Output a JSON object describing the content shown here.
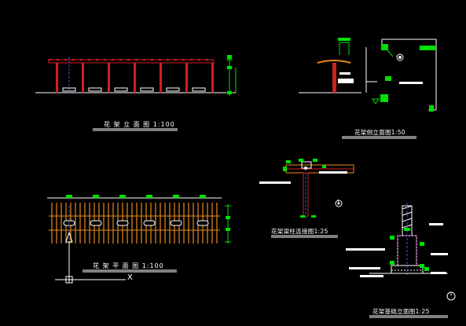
{
  "titles": {
    "front_elevation": "花 架 立 面 图  1:100",
    "side_elevation": "花架侧立面图1:50",
    "beam_joint": "花架梁柱连接图1:25",
    "plan": "花 架 平 面 图  1:100",
    "foundation": "花架基础立面图1:25"
  },
  "markers": {
    "cross": "X",
    "circle_1": "1",
    "circle_2": "1"
  },
  "colors": {
    "background": "#000000",
    "structure_red": "#d21f1f",
    "dimension_green": "#00e000",
    "timber_orange": "#e88a1a",
    "line_white": "#ffffff",
    "accent_blue": "#3050ff",
    "accent_magenta": "#d040d0"
  }
}
